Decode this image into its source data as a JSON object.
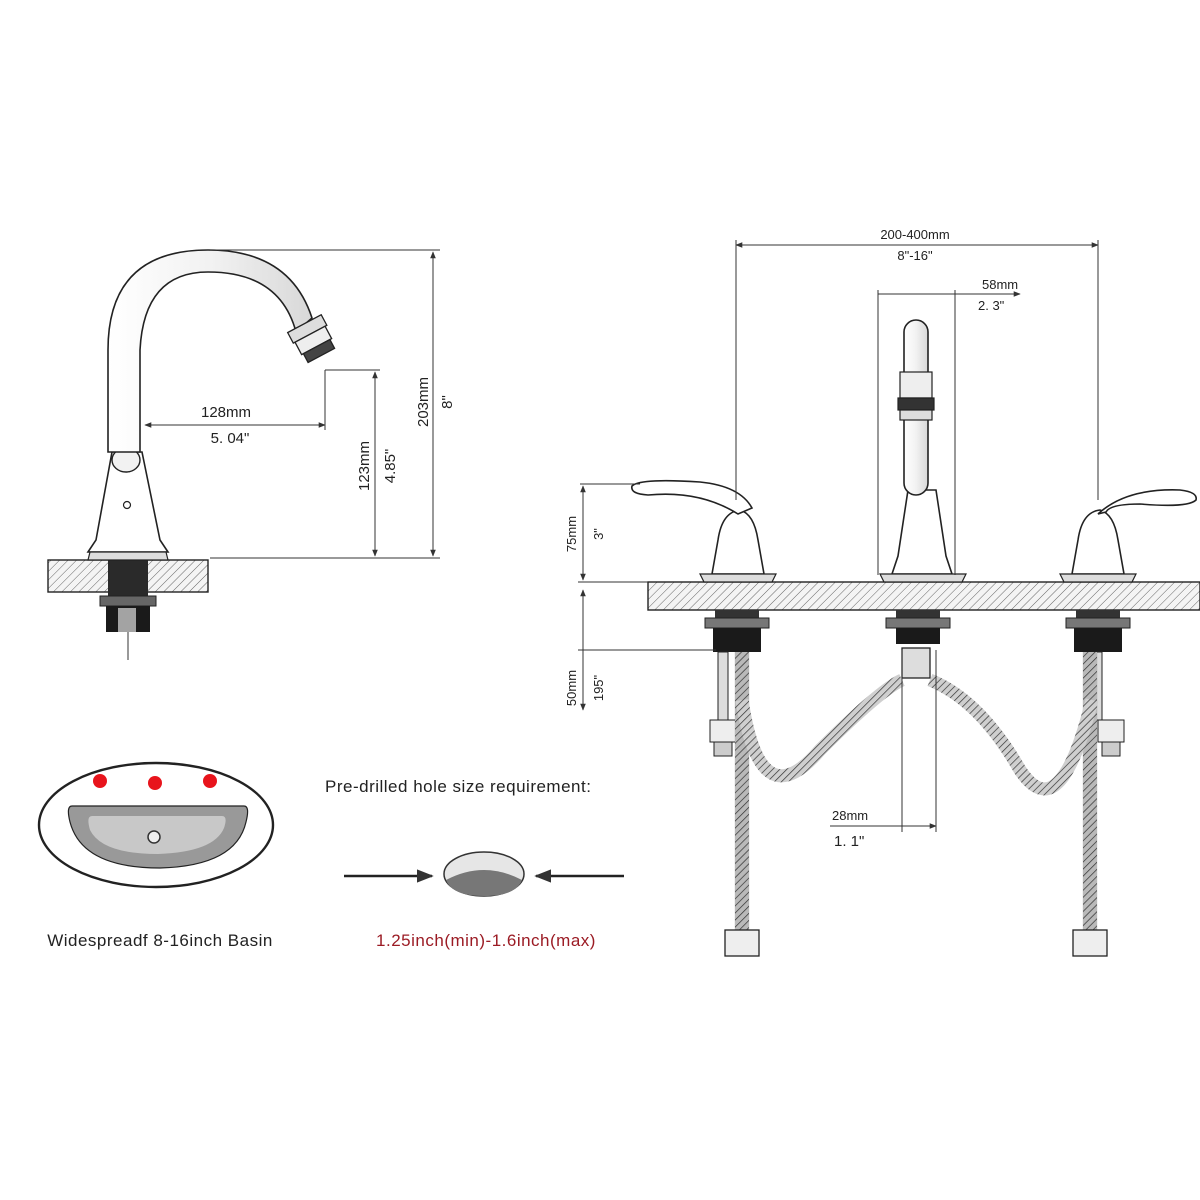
{
  "side_view": {
    "reach_mm": "128mm",
    "reach_in": "5. 04\"",
    "spout_height_mm": "123mm",
    "spout_height_in": "4.85\"",
    "total_height_mm": "203mm",
    "total_height_in": "8\""
  },
  "front_view": {
    "spread_mm": "200-400mm",
    "spread_in": "8\"-16\"",
    "spout_width_mm": "58mm",
    "spout_width_in": "2. 3\"",
    "handle_height_mm": "75mm",
    "handle_height_in": "3\"",
    "below_deck_mm": "50mm",
    "below_deck_in": "195\"",
    "shank_width_mm": "28mm",
    "shank_width_in": "1. 1\""
  },
  "basin": {
    "caption": "Widespreadf 8-16inch Basin",
    "hole_color": "#e8141c"
  },
  "hole_requirement": {
    "title": "Pre-drilled hole size requirement:",
    "range": "1.25inch(min)-1.6inch(max)",
    "range_color": "#9b1b24"
  }
}
